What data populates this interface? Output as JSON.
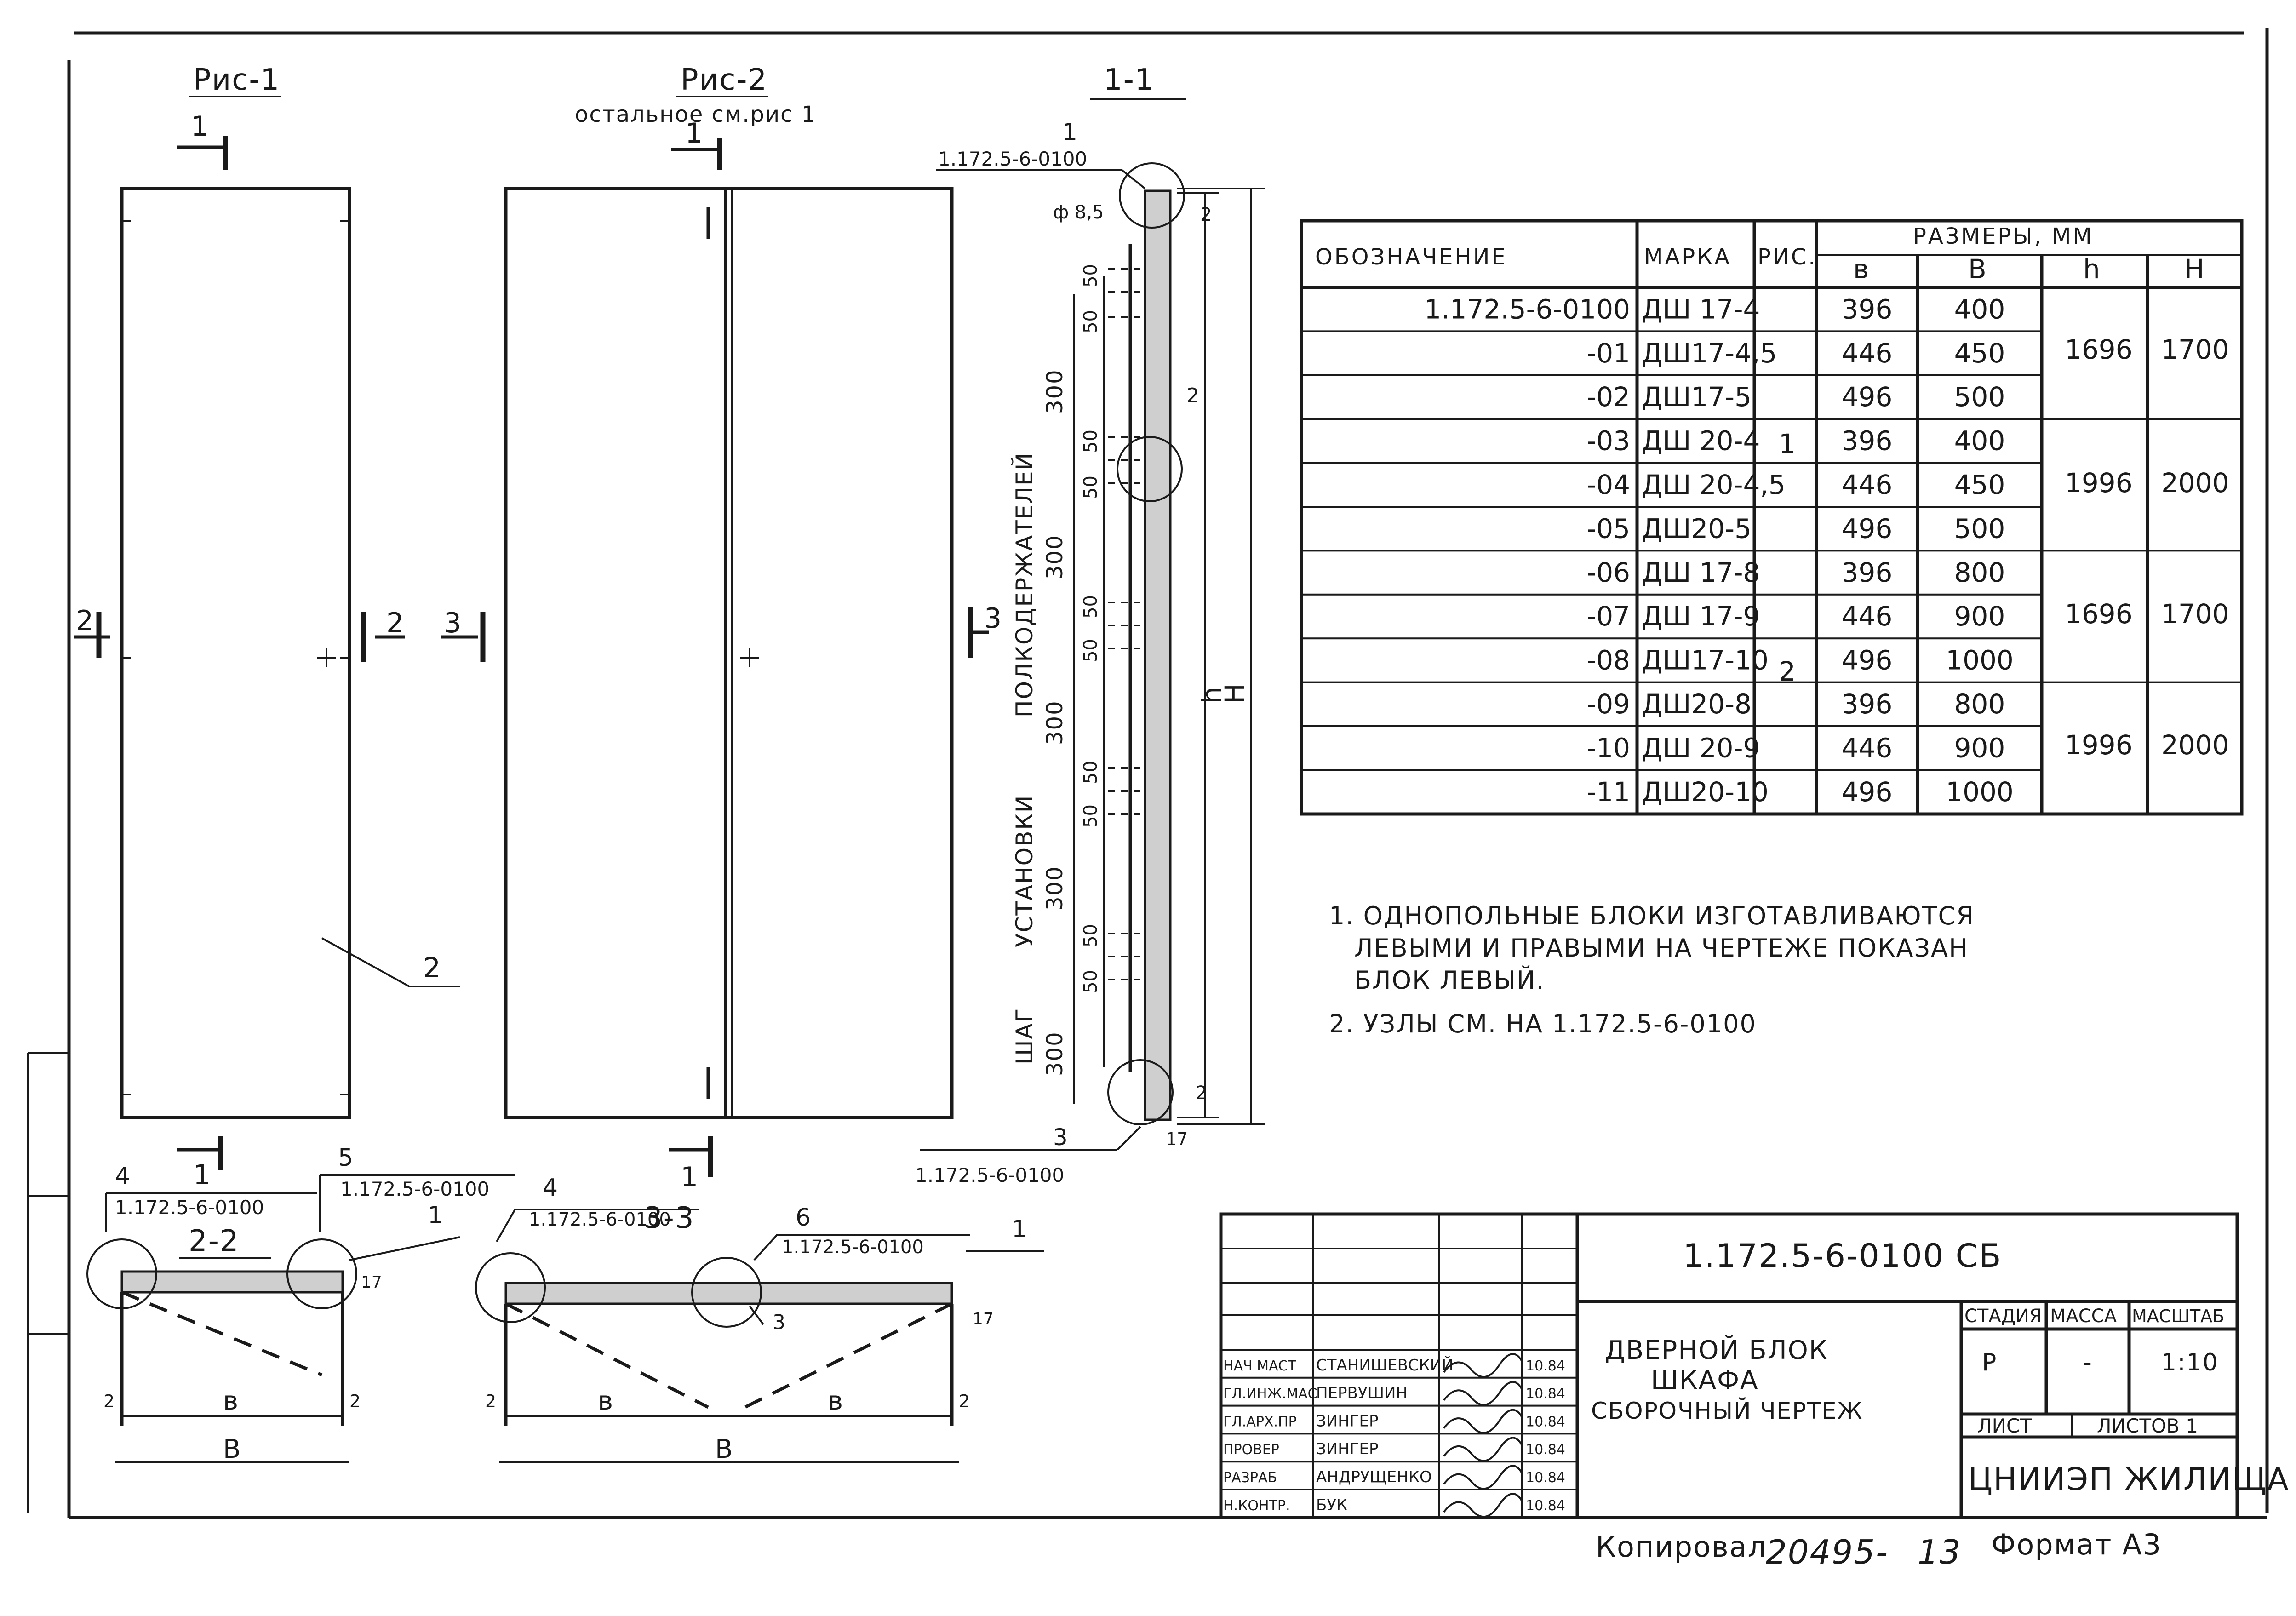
{
  "figures": {
    "fig1_title": "Рис-1",
    "fig2_title": "Рис-2",
    "fig2_subtitle": "остальное см.рис 1",
    "section_1_1_title": "1-1",
    "section_2_2_title": "2-2",
    "section_3_3_title": "3-3",
    "cut_mark_1": "1",
    "cut_mark_2": "2",
    "cut_mark_3": "3",
    "callout_1": "1",
    "callout_2": "2",
    "callout_3": "3",
    "callout_4": "4",
    "callout_5": "5",
    "callout_6": "6",
    "node_ref": "1.172.5-6-0100",
    "dia_label": "ф 8,5",
    "dim_50": "50",
    "dim_300": "300",
    "dim_2": "2",
    "dim_17": "17",
    "dim_h": "h",
    "dim_H": "H",
    "dim_b_small": "в",
    "dim_B_big": "В",
    "vertical_note_1": "ШАГ",
    "vertical_note_2": "УСТАНОВКИ",
    "vertical_note_3": "ПОЛКОДЕРЖАТЕЛЕЙ"
  },
  "table": {
    "headers": {
      "designation": "ОБОЗНАЧЕНИЕ",
      "mark": "МАРКА",
      "fig": "РИС.",
      "sizes": "РАЗМЕРЫ, ММ",
      "b": "в",
      "B": "В",
      "h": "h",
      "H": "Н"
    },
    "rows": [
      {
        "designation": "1.172.5-6-0100",
        "mark": "ДШ 17-4",
        "b": "396",
        "B": "400"
      },
      {
        "designation": "-01",
        "mark": "ДШ17-4,5",
        "b": "446",
        "B": "450"
      },
      {
        "designation": "-02",
        "mark": "ДШ17-5",
        "b": "496",
        "B": "500"
      },
      {
        "designation": "-03",
        "mark": "ДШ 20-4",
        "b": "396",
        "B": "400"
      },
      {
        "designation": "-04",
        "mark": "ДШ 20-4,5",
        "b": "446",
        "B": "450"
      },
      {
        "designation": "-05",
        "mark": "ДШ20-5",
        "b": "496",
        "B": "500"
      },
      {
        "designation": "-06",
        "mark": "ДШ 17-8",
        "b": "396",
        "B": "800"
      },
      {
        "designation": "-07",
        "mark": "ДШ 17-9",
        "b": "446",
        "B": "900"
      },
      {
        "designation": "-08",
        "mark": "ДШ17-10",
        "b": "496",
        "B": "1000"
      },
      {
        "designation": "-09",
        "mark": "ДШ20-8",
        "b": "396",
        "B": "800"
      },
      {
        "designation": "-10",
        "mark": "ДШ 20-9",
        "b": "446",
        "B": "900"
      },
      {
        "designation": "-11",
        "mark": "ДШ20-10",
        "b": "496",
        "B": "1000"
      }
    ],
    "fig_groups": [
      "1",
      "2"
    ],
    "h_groups": [
      "1696",
      "1996",
      "1696",
      "1996"
    ],
    "H_groups": [
      "1700",
      "2000",
      "1700",
      "2000"
    ]
  },
  "notes": {
    "note1_line1": "1. ОДНОПОЛЬНЫЕ БЛОКИ ИЗГОТАВЛИВАЮТСЯ",
    "note1_line2": "ЛЕВЫМИ И ПРАВЫМИ НА ЧЕРТЕЖЕ ПОКАЗАН",
    "note1_line3": "БЛОК ЛЕВЫЙ.",
    "note2": "2. УЗЛЫ СМ. НА 1.172.5-6-0100"
  },
  "title_block": {
    "doc_code": "1.172.5-6-0100 СБ",
    "title_line1": "ДВЕРНОЙ БЛОК",
    "title_line2": "ШКАФА",
    "title_line3": "СБОРОЧНЫЙ ЧЕРТЕЖ",
    "col_stage": "СТАДИЯ",
    "col_mass": "МАССА",
    "col_scale": "МАСШТАБ",
    "stage_value": "Р",
    "mass_value": "-",
    "scale_value": "1:10",
    "sheet_label": "ЛИСТ",
    "sheets_label": "ЛИСТОВ 1",
    "org": "ЦНИИЭП ЖИЛИЩА",
    "signers": [
      {
        "role": "НАЧ МАСТ",
        "name": "СТАНИШЕВСКИЙ",
        "date": "10.84"
      },
      {
        "role": "ГЛ.ИНЖ.МАС",
        "name": "ПЕРВУШИН",
        "date": "10.84"
      },
      {
        "role": "ГЛ.АРХ.ПР",
        "name": "ЗИНГЕР",
        "date": "10.84"
      },
      {
        "role": "ПРОВЕР",
        "name": "ЗИНГЕР",
        "date": "10.84"
      },
      {
        "role": "РАЗРАБ",
        "name": "АНДРУЩЕНКО",
        "date": "10.84"
      },
      {
        "role": "Н.КОНТР.",
        "name": "БУК",
        "date": "10.84"
      }
    ]
  },
  "footer": {
    "copied_label": "Копировал",
    "copied_number": "20495-",
    "sheet_number": "13",
    "format_label": "Формат А3"
  }
}
